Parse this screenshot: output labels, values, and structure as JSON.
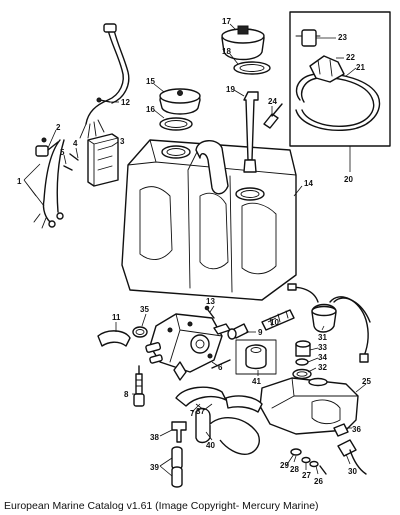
{
  "caption": "European Marine Catalog v1.61 (Image Copyright- Mercury Marine)",
  "callouts": [
    "1",
    "2",
    "3",
    "4",
    "5",
    "6",
    "7",
    "8",
    "9",
    "10",
    "11",
    "12",
    "13",
    "14",
    "15",
    "16",
    "17",
    "18",
    "19",
    "20",
    "21",
    "22",
    "23",
    "24",
    "25",
    "26",
    "27",
    "28",
    "29",
    "30",
    "31",
    "32",
    "33",
    "34",
    "35",
    "36",
    "37",
    "38",
    "39",
    "40",
    "41"
  ]
}
